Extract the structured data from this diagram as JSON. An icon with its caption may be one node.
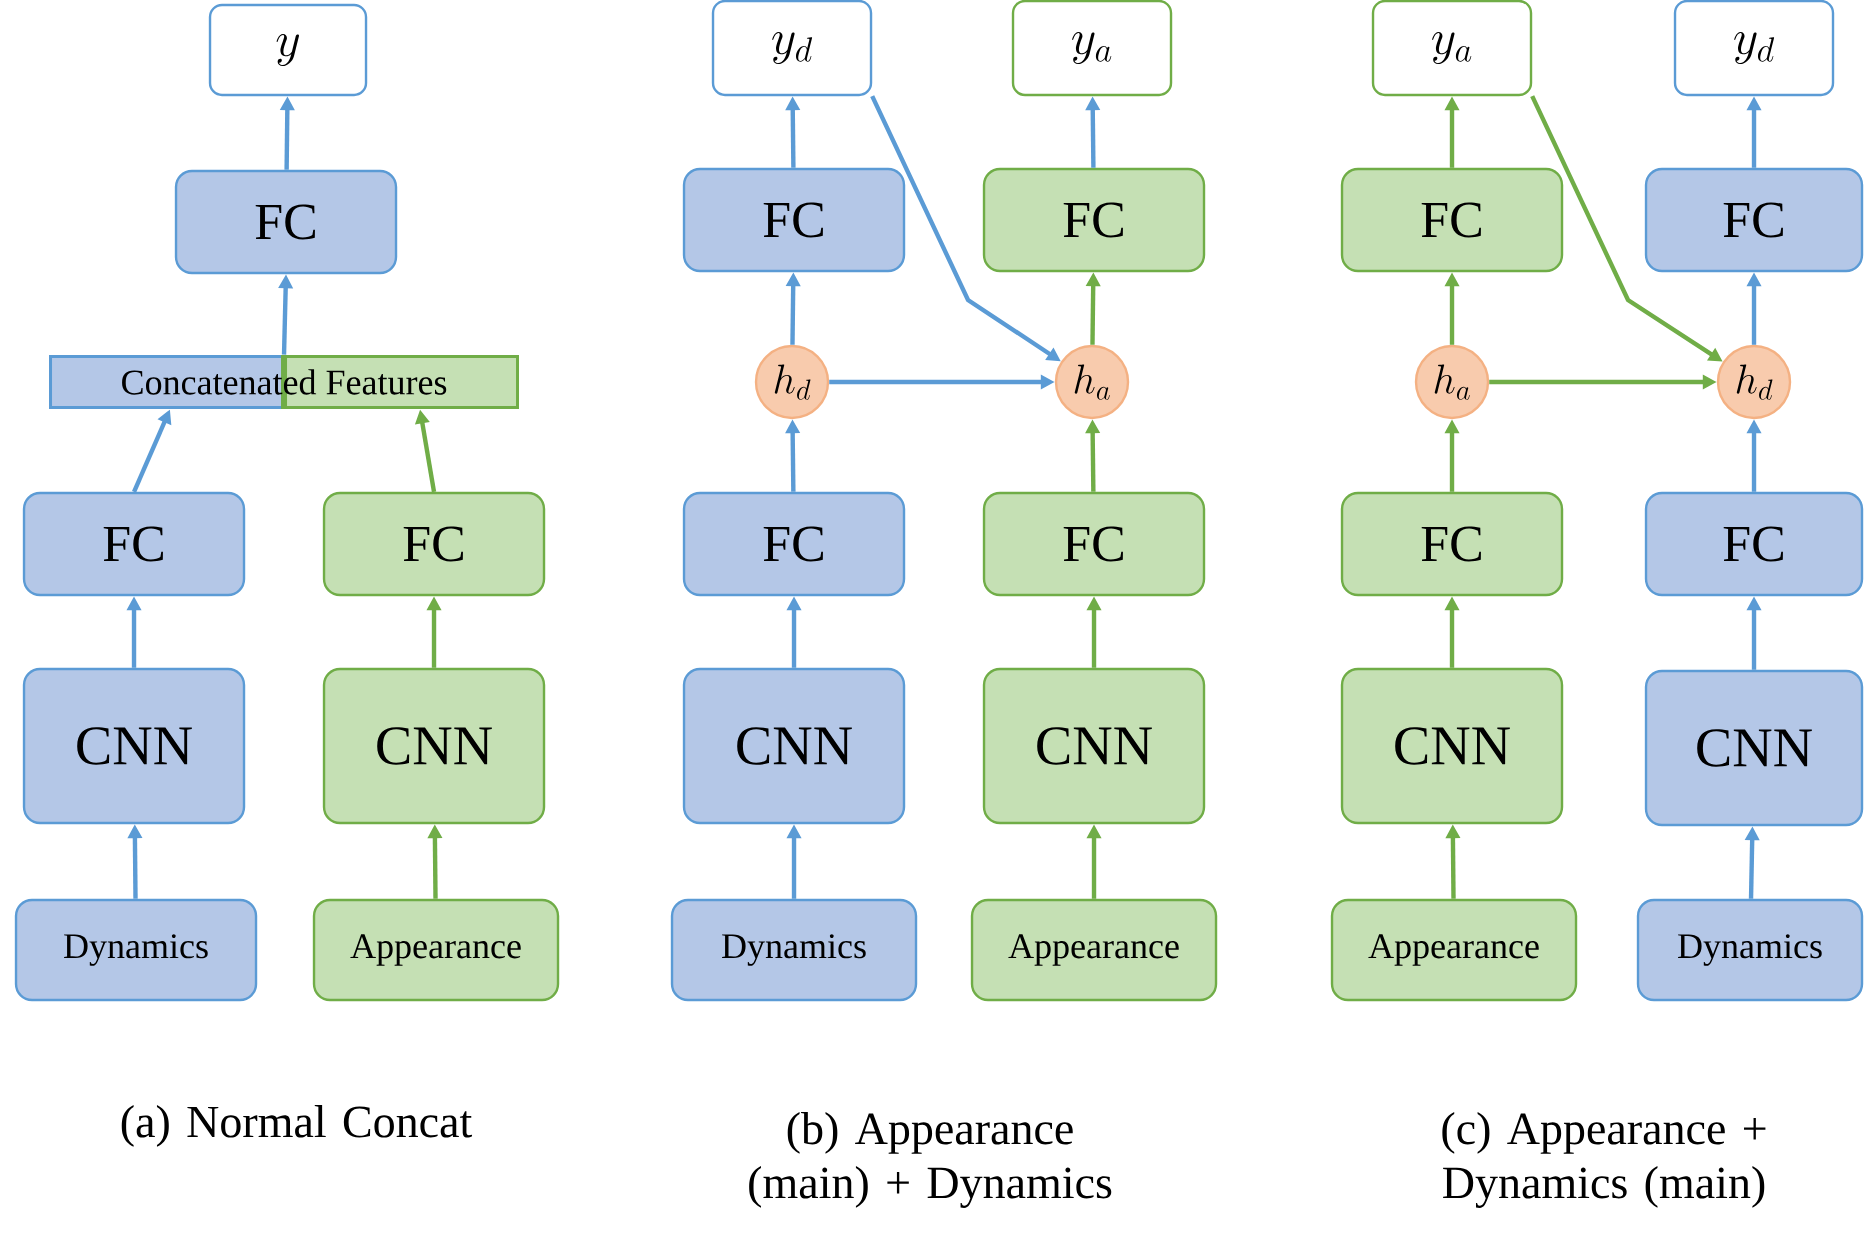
{
  "diagram": {
    "nodes": [
      {
        "text": [
          "y"
        ]
      },
      {
        "text": [
          "FC"
        ]
      },
      {
        "text": [
          "Concatenated Features"
        ]
      },
      {
        "text": [
          "FC"
        ]
      },
      {
        "text": [
          "FC"
        ]
      },
      {
        "text": [
          "CNN"
        ]
      },
      {
        "text": [
          "CNN"
        ]
      },
      {
        "text": [
          "Dynamics"
        ]
      },
      {
        "text": [
          "Appearance"
        ]
      },
      {
        "text": [
          "y_d"
        ]
      },
      {
        "text": [
          "y_a"
        ]
      },
      {
        "text": [
          "FC"
        ]
      },
      {
        "text": [
          "FC"
        ]
      },
      {
        "text": [
          "h_d"
        ]
      },
      {
        "text": [
          "h_a"
        ]
      },
      {
        "text": [
          "FC"
        ]
      },
      {
        "text": [
          "FC"
        ]
      },
      {
        "text": [
          "CNN"
        ]
      },
      {
        "text": [
          "CNN"
        ]
      },
      {
        "text": [
          "Dynamics"
        ]
      },
      {
        "text": [
          "Appearance"
        ]
      },
      {
        "text": [
          "y_a"
        ]
      },
      {
        "text": [
          "y_d"
        ]
      },
      {
        "text": [
          "FC"
        ]
      },
      {
        "text": [
          "FC"
        ]
      },
      {
        "text": [
          "h_a"
        ]
      },
      {
        "text": [
          "h_d"
        ]
      },
      {
        "text": [
          "FC"
        ]
      },
      {
        "text": [
          "FC"
        ]
      },
      {
        "text": [
          "CNN"
        ]
      },
      {
        "text": [
          "CNN"
        ]
      },
      {
        "text": [
          "Appearance"
        ]
      },
      {
        "text": [
          "Dynamics"
        ]
      }
    ],
    "edges": [
      {
        "from": 1,
        "to": 0,
        "arrow": "to"
      },
      {
        "from": 2,
        "to": 1,
        "arrow": "to"
      },
      {
        "from": 3,
        "to": 2,
        "arrow": "to"
      },
      {
        "from": 4,
        "to": 2,
        "arrow": "to",
        "color": "#70ad47"
      },
      {
        "from": 5,
        "to": 3,
        "arrow": "to"
      },
      {
        "from": 6,
        "to": 4,
        "arrow": "to",
        "color": "#70ad47"
      },
      {
        "from": 7,
        "to": 5,
        "arrow": "to"
      },
      {
        "from": 8,
        "to": 6,
        "arrow": "to",
        "color": "#70ad47"
      },
      {
        "from": 11,
        "to": 9,
        "arrow": "to"
      },
      {
        "from": 12,
        "to": 10,
        "arrow": "to"
      },
      {
        "from": 9,
        "to": 14,
        "arrow": "to"
      },
      {
        "from": 13,
        "to": 11,
        "arrow": "to"
      },
      {
        "from": 14,
        "to": 12,
        "arrow": "to",
        "color": "#70ad47"
      },
      {
        "from": 13,
        "to": 14,
        "arrow": "to"
      },
      {
        "from": 15,
        "to": 13,
        "arrow": "to"
      },
      {
        "from": 16,
        "to": 14,
        "arrow": "to",
        "color": "#70ad47"
      },
      {
        "from": 17,
        "to": 15,
        "arrow": "to"
      },
      {
        "from": 18,
        "to": 16,
        "arrow": "to",
        "color": "#70ad47"
      },
      {
        "from": 19,
        "to": 17,
        "arrow": "to"
      },
      {
        "from": 20,
        "to": 18,
        "arrow": "to",
        "color": "#70ad47"
      },
      {
        "from": 23,
        "to": 21,
        "arrow": "to",
        "color": "#70ad47"
      },
      {
        "from": 24,
        "to": 22,
        "arrow": "to"
      },
      {
        "from": 21,
        "to": 26,
        "arrow": "to",
        "color": "#70ad47"
      },
      {
        "from": 25,
        "to": 23,
        "arrow": "to",
        "color": "#70ad47"
      },
      {
        "from": 26,
        "to": 24,
        "arrow": "to"
      },
      {
        "from": 25,
        "to": 26,
        "arrow": "to",
        "color": "#70ad47"
      },
      {
        "from": 27,
        "to": 25,
        "arrow": "to",
        "color": "#70ad47"
      },
      {
        "from": 28,
        "to": 26,
        "arrow": "to"
      },
      {
        "from": 29,
        "to": 27,
        "arrow": "to",
        "color": "#70ad47"
      },
      {
        "from": 30,
        "to": 28,
        "arrow": "to"
      },
      {
        "from": 31,
        "to": 29,
        "arrow": "to",
        "color": "#70ad47"
      },
      {
        "from": 32,
        "to": 30,
        "arrow": "to"
      }
    ],
    "labels": [
      "(a) Normal Concat",
      "(b) Appearance (main) + Dynamics",
      "(c) Appearance + Dynamics (main)"
    ]
  }
}
